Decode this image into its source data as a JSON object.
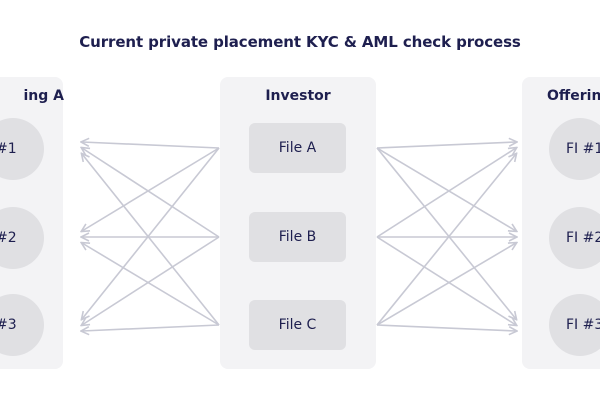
{
  "title": "Current private placement KYC & AML check process",
  "left_panel": {
    "title": "ing A",
    "items": [
      {
        "label": "#1"
      },
      {
        "label": "#2"
      },
      {
        "label": "#3"
      }
    ]
  },
  "center_panel": {
    "title": "Investor",
    "files": [
      {
        "label": "File A"
      },
      {
        "label": "File B"
      },
      {
        "label": "File C"
      }
    ]
  },
  "right_panel": {
    "title": "Offering",
    "items": [
      {
        "label": "FI #1"
      },
      {
        "label": "FI #2"
      },
      {
        "label": "FI #3"
      }
    ]
  },
  "colors": {
    "title_text": "#1e1f4f",
    "panel_background": "#f3f3f5",
    "node_fill": "#e0e0e3",
    "arrow": "#c8c9d4"
  }
}
